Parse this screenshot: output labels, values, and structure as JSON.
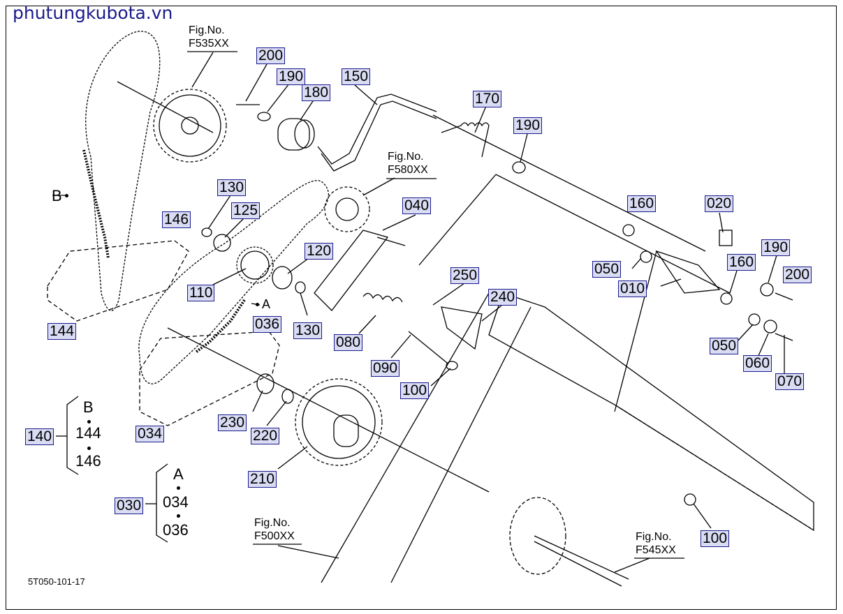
{
  "watermark": "phutungkubota.vn",
  "drawing_code": "5T050-101-17",
  "fig_refs": [
    {
      "id": "f535",
      "line1": "Fig.No.",
      "line2": "F535XX"
    },
    {
      "id": "f580",
      "line1": "Fig.No.",
      "line2": "F580XX"
    },
    {
      "id": "f500",
      "line1": "Fig.No.",
      "line2": "F500XX"
    },
    {
      "id": "f545",
      "line1": "Fig.No.",
      "line2": "F545XX"
    }
  ],
  "callouts": {
    "c200a": "200",
    "c190a": "190",
    "c180": "180",
    "c150": "150",
    "c170": "170",
    "c190b": "190",
    "c130a": "130",
    "c125": "125",
    "c146": "146",
    "c040": "040",
    "c020": "020",
    "c160a": "160",
    "c190c": "190",
    "c120": "120",
    "c110": "110",
    "c050a": "050",
    "c010": "010",
    "c160b": "160",
    "c200b": "200",
    "c250": "250",
    "c240": "240",
    "c130b": "130",
    "c144": "144",
    "c036": "036",
    "c080": "080",
    "c050b": "050",
    "c060": "060",
    "c070": "070",
    "c090": "090",
    "c100a": "100",
    "c230": "230",
    "c220": "220",
    "c034": "034",
    "c140": "140",
    "c210": "210",
    "c030": "030",
    "c100b": "100"
  },
  "point_labels": {
    "b": "B",
    "a": "A"
  },
  "group_140": {
    "letter": "B",
    "item1": "144",
    "item2": "146"
  },
  "group_030": {
    "letter": "A",
    "item1": "034",
    "item2": "036"
  },
  "colors": {
    "callout_bg": "#d9dcf3",
    "callout_border": "#1a1a8c",
    "watermark": "#1a1a8c",
    "line": "#000000"
  }
}
